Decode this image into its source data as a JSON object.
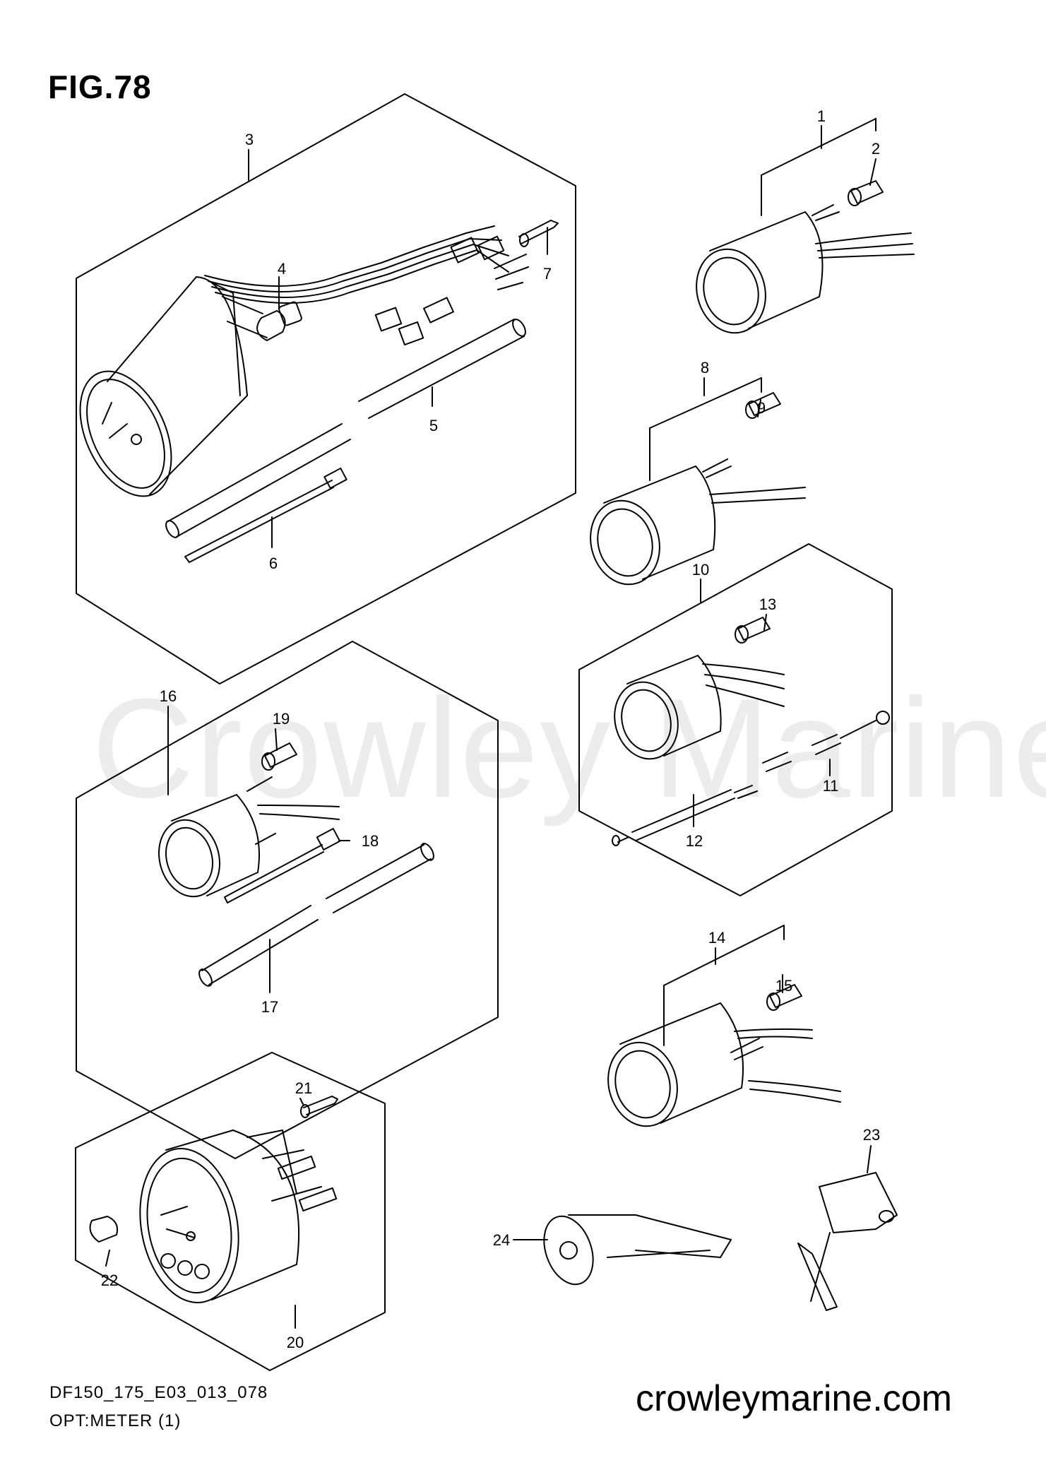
{
  "figure": {
    "title": "FIG.78",
    "code": "DF150_175_E03_013_078",
    "caption": "OPT:METER (1)",
    "website": "crowleymarine.com",
    "watermark": "Crowley Marine"
  },
  "callouts": [
    "1",
    "2",
    "3",
    "4",
    "5",
    "6",
    "7",
    "8",
    "9",
    "10",
    "11",
    "12",
    "13",
    "14",
    "15",
    "16",
    "17",
    "18",
    "19",
    "20",
    "21",
    "22",
    "23",
    "24"
  ]
}
